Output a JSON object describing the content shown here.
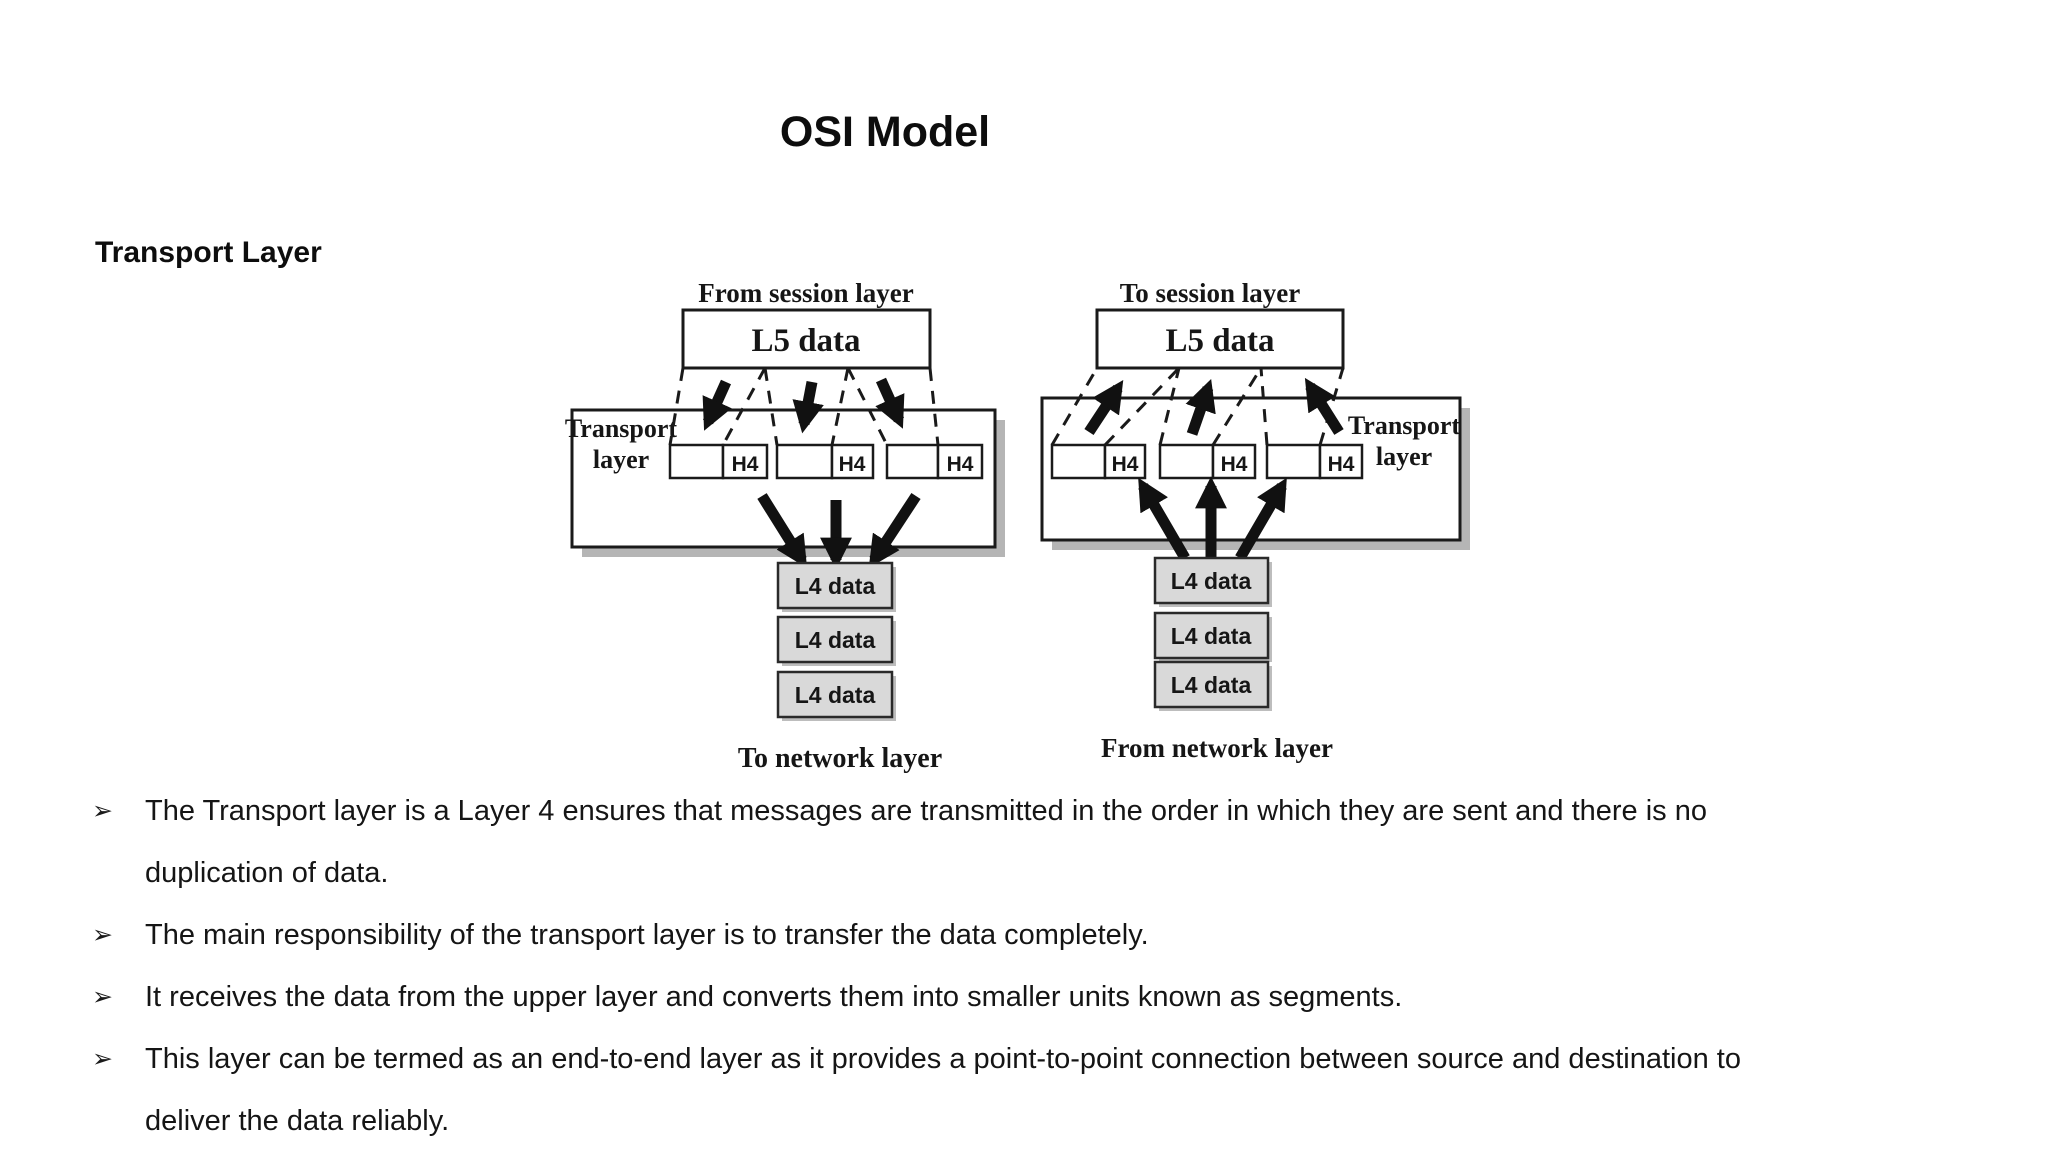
{
  "page": {
    "title": "OSI Model",
    "heading": "Transport Layer"
  },
  "diagram": {
    "left": {
      "top_label": "From session layer",
      "l5_label": "L5 data",
      "layer_label_line1": "Transport",
      "layer_label_line2": "layer",
      "h4": "H4",
      "l4": [
        "L4 data",
        "L4 data",
        "L4 data"
      ],
      "bottom_label": "To network layer"
    },
    "right": {
      "top_label": "To session layer",
      "l5_label": "L5 data",
      "layer_label_line1": "Transport",
      "layer_label_line2": "layer",
      "h4": "H4",
      "l4": [
        "L4 data",
        "L4 data",
        "L4 data"
      ],
      "bottom_label": "From network layer"
    },
    "colors": {
      "box_fill": "#ffffff",
      "l4_fill": "#d9d9d9",
      "stroke": "#1a1a1a",
      "shadow": "#b5b5b5",
      "arrow": "#111111"
    }
  },
  "bullets": {
    "marker": "➢",
    "items": [
      {
        "text": "The Transport layer is a Layer 4 ensures that messages are transmitted in the order in which they are sent and there is no\nduplication of data."
      },
      {
        "text": "The main responsibility of the transport layer is to transfer the data completely."
      },
      {
        "text": "It receives the data from the upper layer and converts them into smaller units known as segments."
      },
      {
        "text": "This layer can be termed as an end-to-end layer as it provides a point-to-point connection between source and destination to\ndeliver the data reliably."
      }
    ]
  }
}
